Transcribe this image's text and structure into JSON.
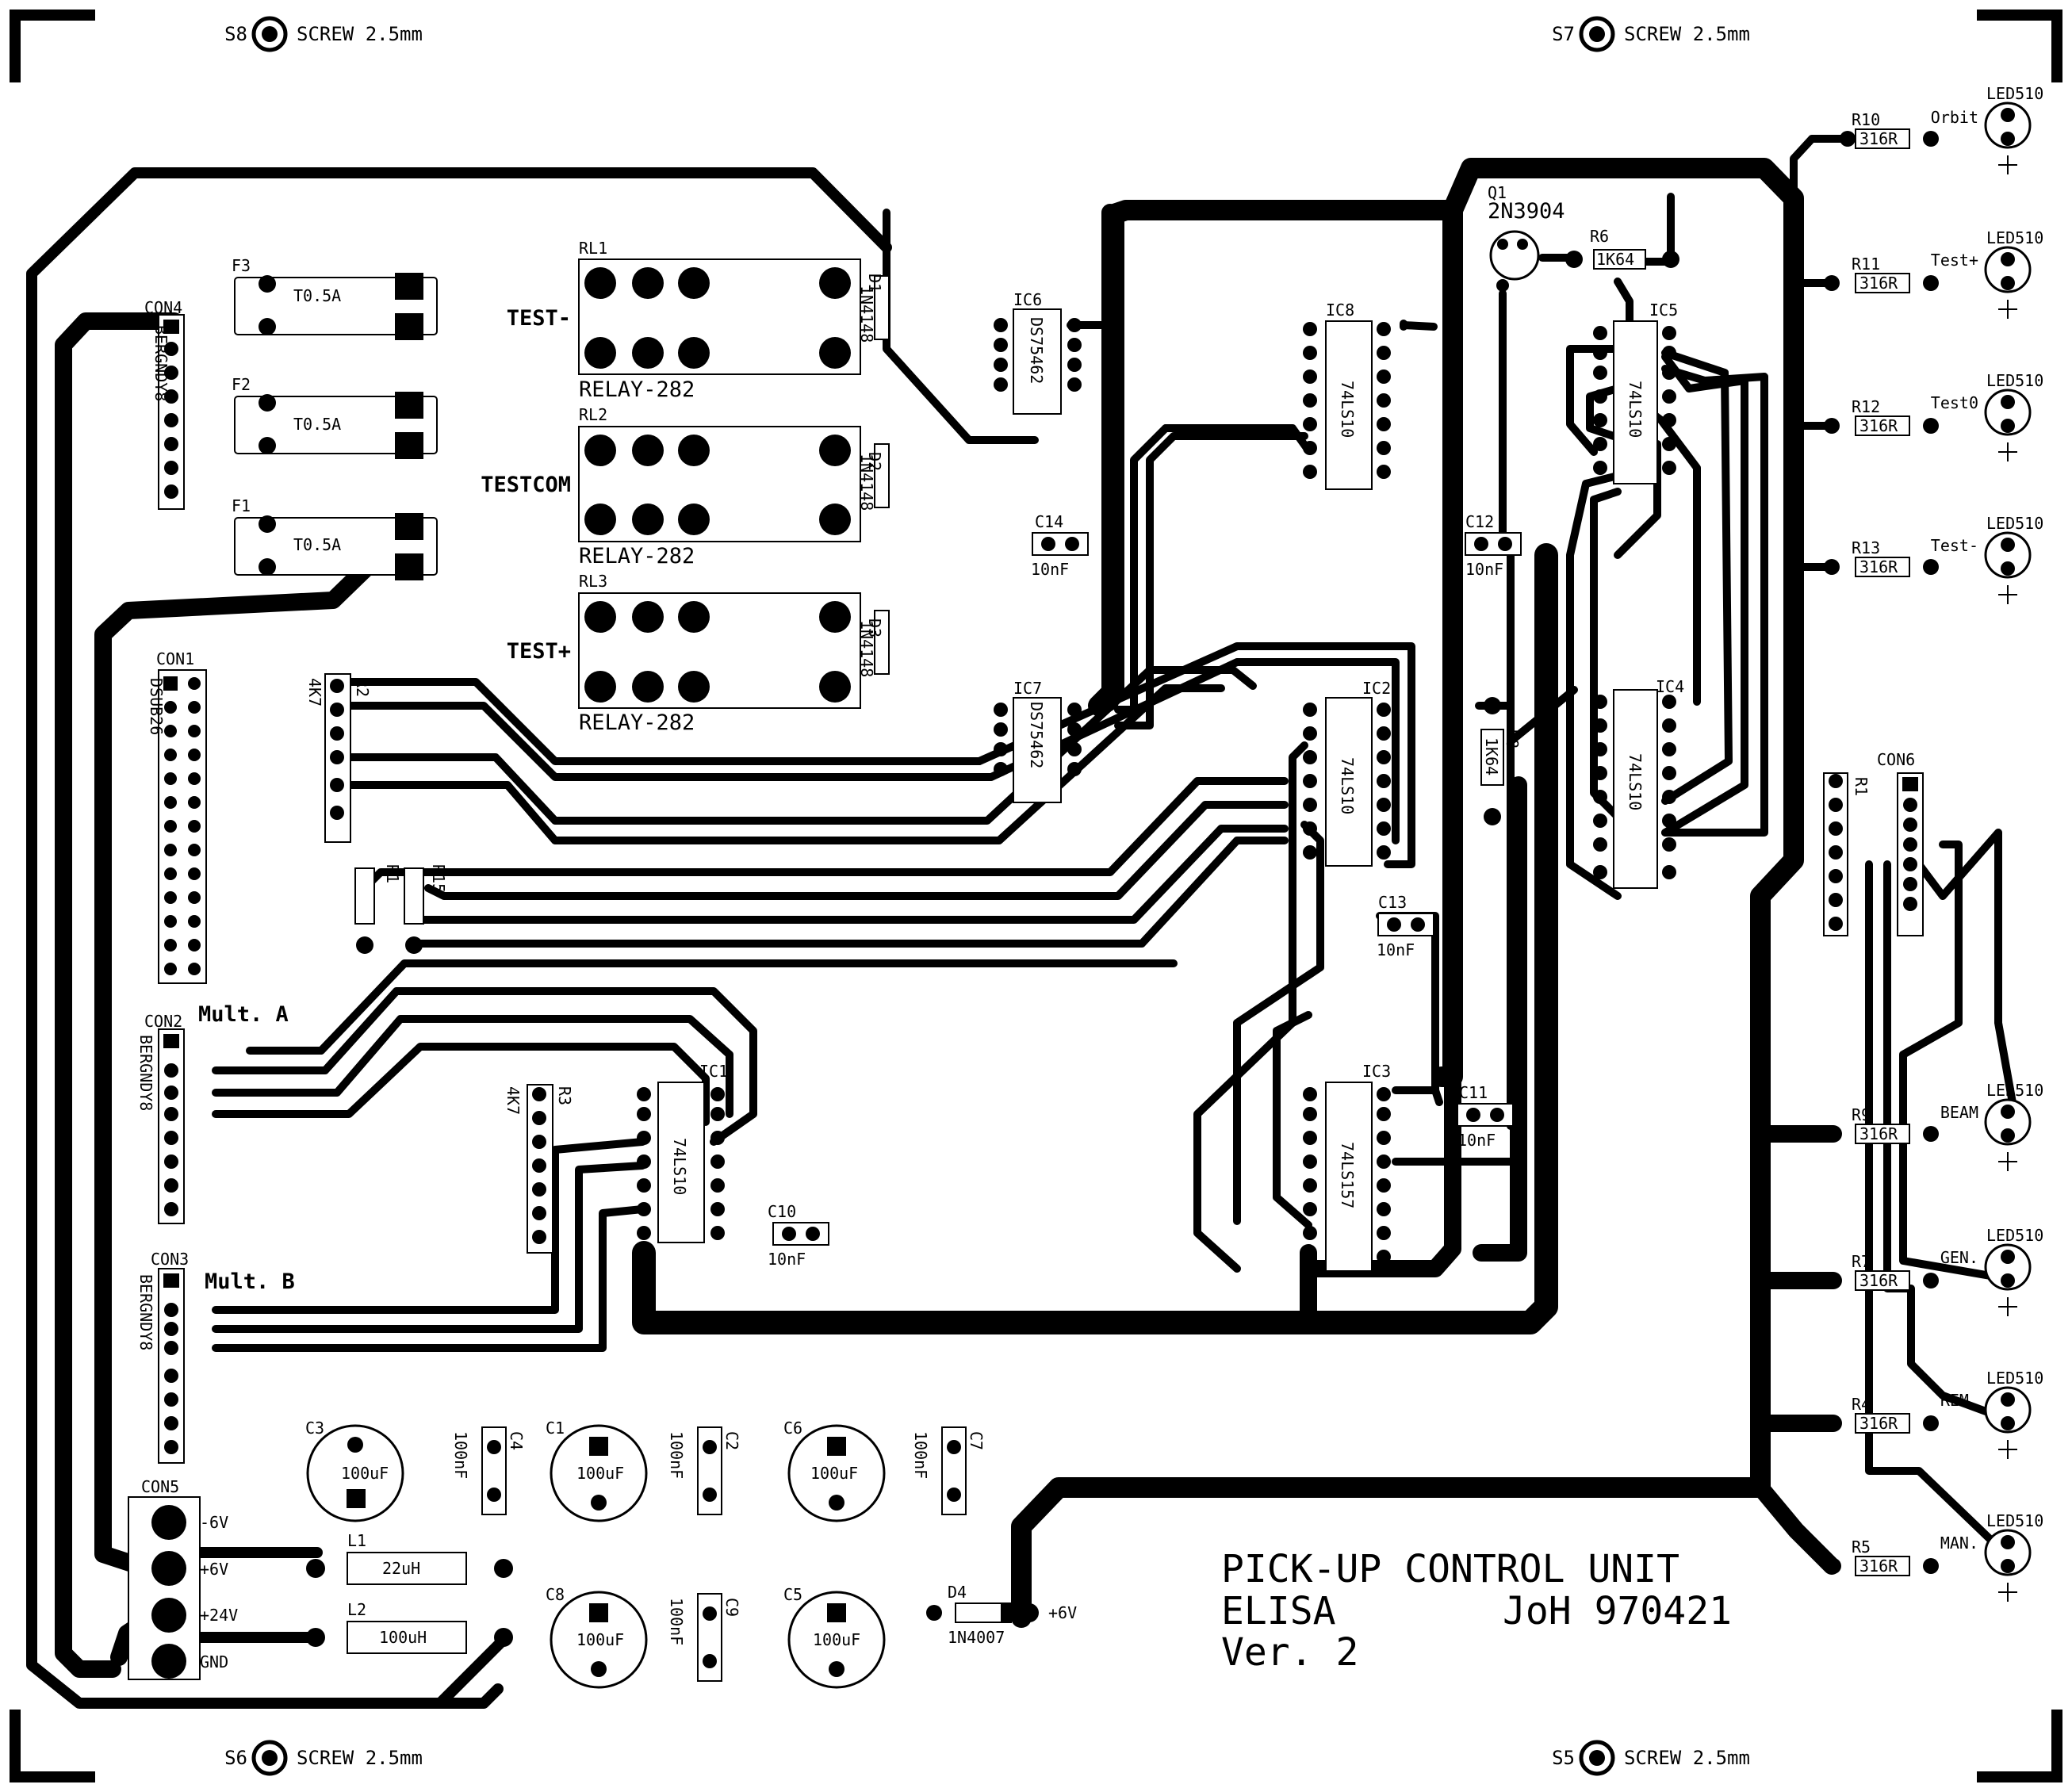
{
  "title_block": {
    "line1": "PICK-UP CONTROL UNIT",
    "line2": "ELISA",
    "author_date": "JoH  970421",
    "version": "Ver. 2"
  },
  "screws": [
    {
      "ref": "S8",
      "label": "SCREW 2.5mm"
    },
    {
      "ref": "S7",
      "label": "SCREW 2.5mm"
    },
    {
      "ref": "S6",
      "label": "SCREW 2.5mm"
    },
    {
      "ref": "S5",
      "label": "SCREW 2.5mm"
    }
  ],
  "fuses": [
    {
      "ref": "F3",
      "value": "T0.5A"
    },
    {
      "ref": "F2",
      "value": "T0.5A"
    },
    {
      "ref": "F1",
      "value": "T0.5A"
    }
  ],
  "relays": [
    {
      "ref": "RL1",
      "part": "RELAY-282",
      "signal": "TEST-",
      "diode": "D1",
      "diode_part": "1N4148"
    },
    {
      "ref": "RL2",
      "part": "RELAY-282",
      "signal": "TESTCOM",
      "diode": "D2",
      "diode_part": "1N4148"
    },
    {
      "ref": "RL3",
      "part": "RELAY-282",
      "signal": "TEST+",
      "diode": "D3",
      "diode_part": "1N4148"
    }
  ],
  "connectors": {
    "con4": {
      "ref": "CON4",
      "part": "BERGNDY8"
    },
    "con1": {
      "ref": "CON1",
      "part": "DSUB26"
    },
    "con2": {
      "ref": "CON2",
      "part": "BERGNDY8",
      "label": "Mult. A"
    },
    "con3": {
      "ref": "CON3",
      "part": "BERGNDY8",
      "label": "Mult. B"
    },
    "con5": {
      "ref": "CON5",
      "pins": [
        "-6V",
        "+6V",
        "+24V",
        "GND"
      ]
    },
    "con6": {
      "ref": "CON6"
    }
  },
  "ics": {
    "ic6": {
      "ref": "IC6",
      "part": "DS75462"
    },
    "ic7": {
      "ref": "IC7",
      "part": "DS75462"
    },
    "ic8": {
      "ref": "IC8",
      "part": "74LS10"
    },
    "ic2": {
      "ref": "IC2",
      "part": "74LS10"
    },
    "ic3": {
      "ref": "IC3",
      "part": "74LS157"
    },
    "ic1": {
      "ref": "IC1",
      "part": "74LS10"
    },
    "ic5": {
      "ref": "IC5",
      "part": "74LS10"
    },
    "ic4": {
      "ref": "IC4",
      "part": "74LS10"
    }
  },
  "transistor": {
    "ref": "Q1",
    "part": "2N3904"
  },
  "resistors": {
    "r2": {
      "ref": "R2",
      "value": "4K7"
    },
    "r3": {
      "ref": "R3",
      "value": "4K7"
    },
    "r1": {
      "ref": "R1"
    },
    "r15": {
      "ref": "R15"
    },
    "r6": {
      "ref": "R6",
      "value": "1K64"
    },
    "r8": {
      "ref": "R8",
      "value": "1K64"
    },
    "rnet": {
      "ref": "R1"
    },
    "r10": {
      "ref": "R10",
      "value": "316R"
    },
    "r11": {
      "ref": "R11",
      "value": "316R"
    },
    "r12": {
      "ref": "R12",
      "value": "316R"
    },
    "r13": {
      "ref": "R13",
      "value": "316R"
    },
    "r9": {
      "ref": "R9",
      "value": "316R"
    },
    "r7": {
      "ref": "R7",
      "value": "316R"
    },
    "r4": {
      "ref": "R4",
      "value": "316R"
    },
    "r5": {
      "ref": "R5",
      "value": "316R"
    }
  },
  "caps_small": [
    {
      "ref": "C14",
      "value": "10nF"
    },
    {
      "ref": "C12",
      "value": "10nF"
    },
    {
      "ref": "C13",
      "value": "10nF"
    },
    {
      "ref": "C11",
      "value": "10nF"
    },
    {
      "ref": "C10",
      "value": "10nF"
    }
  ],
  "caps_film": [
    {
      "ref": "C4",
      "value": "100nF"
    },
    {
      "ref": "C2",
      "value": "100nF"
    },
    {
      "ref": "C7",
      "value": "100nF"
    },
    {
      "ref": "C9",
      "value": "100nF"
    }
  ],
  "caps_elec": [
    {
      "ref": "C3",
      "value": "100uF"
    },
    {
      "ref": "C1",
      "value": "100uF"
    },
    {
      "ref": "C6",
      "value": "100uF"
    },
    {
      "ref": "C8",
      "value": "100uF"
    },
    {
      "ref": "C5",
      "value": "100uF"
    }
  ],
  "inductors": [
    {
      "ref": "L1",
      "value": "22uH"
    },
    {
      "ref": "L2",
      "value": "100uH"
    }
  ],
  "diode_d4": {
    "ref": "D4",
    "part": "1N4007",
    "net": "+6V"
  },
  "leds": [
    {
      "ref": "LED510",
      "label": "Orbit"
    },
    {
      "ref": "LED510",
      "label": "Test+"
    },
    {
      "ref": "LED510",
      "label": "Test0"
    },
    {
      "ref": "LED510",
      "label": "Test-"
    },
    {
      "ref": "LED510",
      "label": "BEAM"
    },
    {
      "ref": "LED510",
      "label": "GEN."
    },
    {
      "ref": "LED510",
      "label": "REM."
    },
    {
      "ref": "LED510",
      "label": "MAN."
    }
  ]
}
